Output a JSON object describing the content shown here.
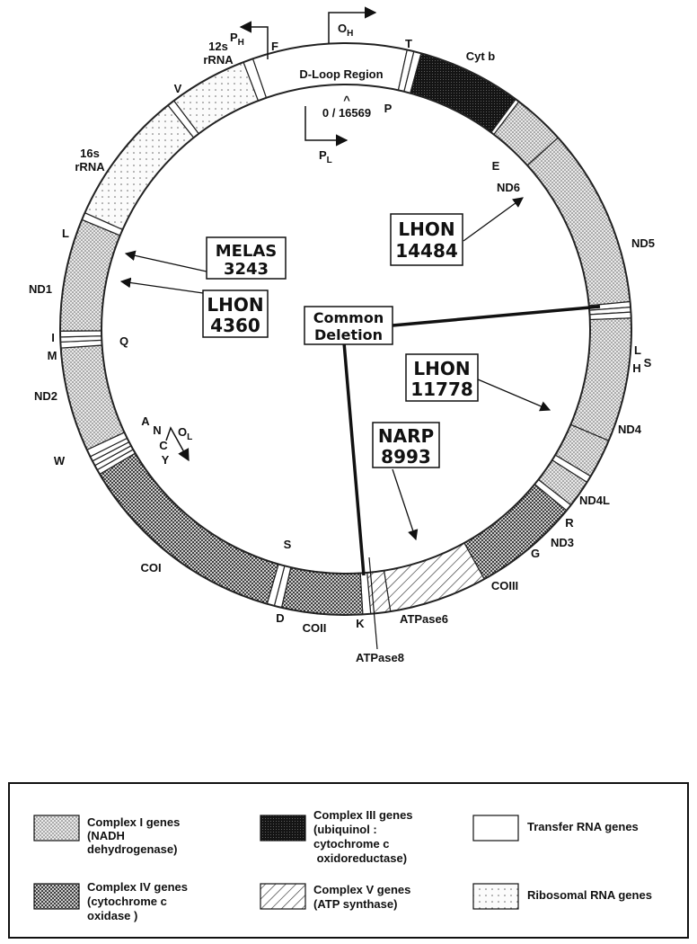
{
  "control_region": {
    "label": "D-Loop Region",
    "origin_marker": "^",
    "position": "0 / 16569",
    "oh": {
      "main": "O",
      "sub": "H"
    },
    "ph": {
      "main": "P",
      "sub": "H"
    },
    "pl": {
      "main": "P",
      "sub": "L"
    },
    "ol": {
      "main": "O",
      "sub": "L"
    }
  },
  "genes": {
    "rrna12": [
      "12s",
      "rRNA"
    ],
    "rrna16": [
      "16s",
      "rRNA"
    ],
    "cytb": "Cyt b",
    "nd6": "ND6",
    "nd5": "ND5",
    "nd4": "ND4",
    "nd4l": "ND4L",
    "nd3": "ND3",
    "coiii": "COIII",
    "atp6": "ATPase6",
    "atp8": "ATPase8",
    "coii": "COII",
    "coi": "COI",
    "nd2": "ND2",
    "nd1": "ND1"
  },
  "trnas": {
    "f": "F",
    "t": "T",
    "p": "P",
    "e": "E",
    "v": "V",
    "l1": "L",
    "i": "I",
    "m": "M",
    "q": "Q",
    "w": "W",
    "a": "A",
    "n": "N",
    "c": "C",
    "y": "Y",
    "s1": "S",
    "d": "D",
    "k": "K",
    "g": "G",
    "r": "R",
    "h": "H",
    "s2": "S",
    "l2": "L"
  },
  "mutations": {
    "lhon14484": [
      "LHON",
      "14484"
    ],
    "melas3243": [
      "MELAS",
      "3243"
    ],
    "lhon4360": [
      "LHON",
      "4360"
    ],
    "lhon11778": [
      "LHON",
      "11778"
    ],
    "narp8993": [
      "NARP",
      "8993"
    ],
    "common_deletion": [
      "Common",
      "Deletion"
    ]
  },
  "legend": {
    "complex1": [
      "Complex I genes",
      "(NADH",
      "dehydrogenase)"
    ],
    "complex3": [
      "Complex III genes",
      "(ubiquinol :",
      "cytochrome c",
      " oxidoreductase)"
    ],
    "trna": [
      "Transfer RNA genes"
    ],
    "complex4": [
      "Complex IV genes",
      "(cytochrome c",
      "oxidase )"
    ],
    "complex5": [
      "Complex V genes",
      "(ATP synthase)"
    ],
    "rrna": [
      "Ribosomal  RNA genes"
    ]
  }
}
